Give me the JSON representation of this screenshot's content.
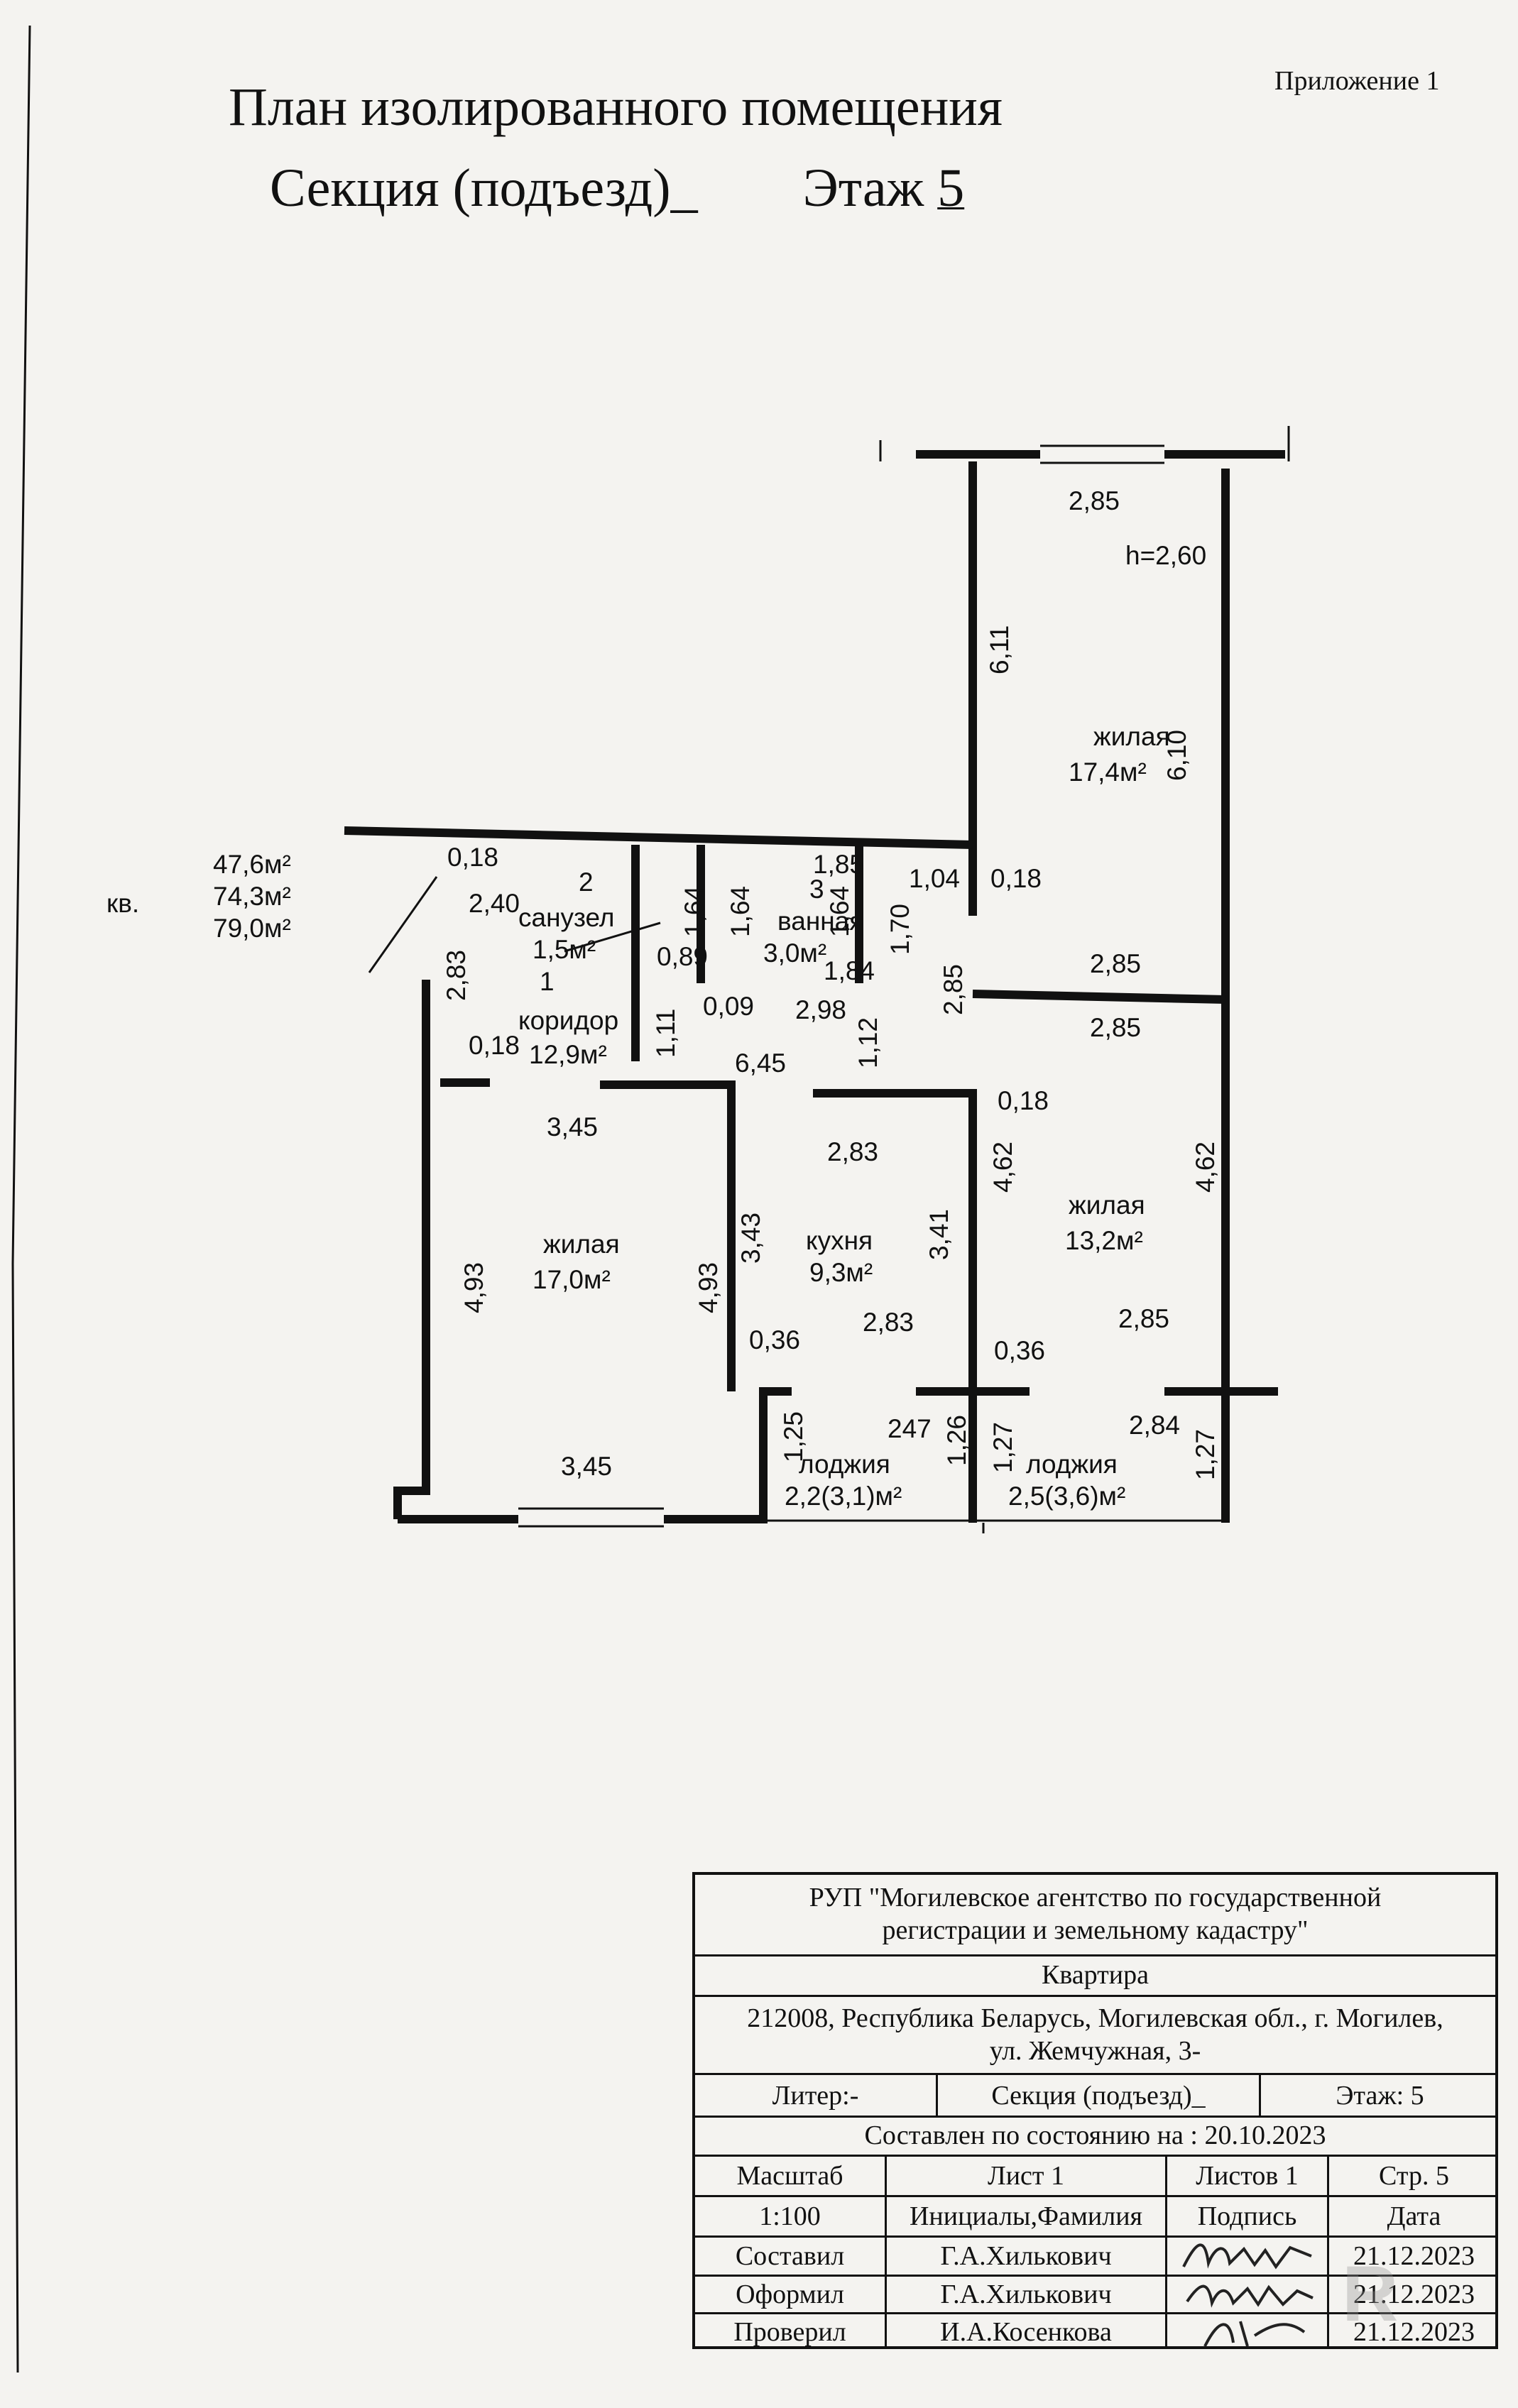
{
  "appendix_label": "Приложение 1",
  "title": {
    "line1": "План изолированного помещения",
    "section": "Секция (подъезд)_",
    "floor_label": "Этаж",
    "floor_value": "5"
  },
  "apartment_areas": {
    "prefix": "кв.",
    "living_area": "47,6м²",
    "total_area": "74,3м²",
    "total_with_loggias": "79,0м²"
  },
  "rooms": [
    {
      "name": "жилая",
      "area": "17,4м²"
    },
    {
      "name": "санузел",
      "number": "2",
      "area": "1,5м²"
    },
    {
      "name": "ванная",
      "number": "3",
      "area": "3,0м²"
    },
    {
      "name": "коридор",
      "number": "1",
      "area": "12,9м²"
    },
    {
      "name": "жилая",
      "area": "17,0м²"
    },
    {
      "name": "кухня",
      "area": "9,3м²"
    },
    {
      "name": "жилая",
      "area": "13,2м²"
    },
    {
      "name": "лоджия",
      "area": "2,2(3,1)м²"
    },
    {
      "name": "лоджия",
      "area": "2,5(3,6)м²"
    }
  ],
  "ceiling_height": "h=2,60",
  "dimensions": {
    "top_room_width": "2,85",
    "top_room_left": "6,11",
    "top_room_right": "6,10",
    "wall_018_a": "0,18",
    "wall_018_b": "0,18",
    "wall_018_c": "0,18",
    "wall_018_d": "0,18",
    "d_104": "1,04",
    "d_185": "1,85",
    "d_164_a": "1,64",
    "d_164_b": "1,64",
    "d_164_c": "1,64",
    "d_170": "1,70",
    "d_240": "2,40",
    "d_283_a": "2,83",
    "d_089": "0,89",
    "d_184": "1,84",
    "d_009": "0,09",
    "d_298": "2,98",
    "d_285_mid": "2,85",
    "d_285_r1": "2,85",
    "d_285_r2": "2,85",
    "d_111": "1,11",
    "d_645": "6,45",
    "d_112": "1,12",
    "d_345_top": "3,45",
    "d_283_k": "2,83",
    "d_462_a": "4,62",
    "d_462_b": "4,62",
    "d_493_a": "4,93",
    "d_493_b": "4,93",
    "d_343": "3,43",
    "d_341": "3,41",
    "d_036_a": "0,36",
    "d_036_b": "0,36",
    "d_283_l": "2,83",
    "d_285_l": "2,85",
    "d_247": "247",
    "d_284": "2,84",
    "d_125": "1,25",
    "d_126": "1,26",
    "d_127_a": "1,27",
    "d_127_b": "1,27",
    "d_345_bottom": "3,45"
  },
  "stamp": {
    "org_line1": "РУП \"Могилевское агентство по государственной",
    "org_line2": "регистрации и земельному кадастру\"",
    "object": "Квартира",
    "address_line1": "212008, Республика Беларусь, Могилевская обл., г. Могилев,",
    "address_line2": "ул. Жемчужная, 3-",
    "liter": "Литер:-",
    "section": "Секция (подъезд)_",
    "floor": "Этаж:  5",
    "state_as_of": "Составлен по состоянию на : 20.10.2023",
    "scale_header": "Масштаб",
    "sheet": "Лист 1",
    "sheets": "Листов 1",
    "page": "Стр. 5",
    "scale_value": "1:100",
    "initials_header": "Инициалы,Фамилия",
    "signature_header": "Подпись",
    "date_header": "Дата",
    "rows": [
      {
        "role": "Составил",
        "name": "Г.А.Хилькович",
        "date": "21.12.2023"
      },
      {
        "role": "Оформил",
        "name": "Г.А.Хилькович",
        "date": "21.12.2023"
      },
      {
        "role": "Проверил",
        "name": "И.А.Косенкова",
        "date": "21.12.2023"
      }
    ]
  },
  "watermark": "R"
}
